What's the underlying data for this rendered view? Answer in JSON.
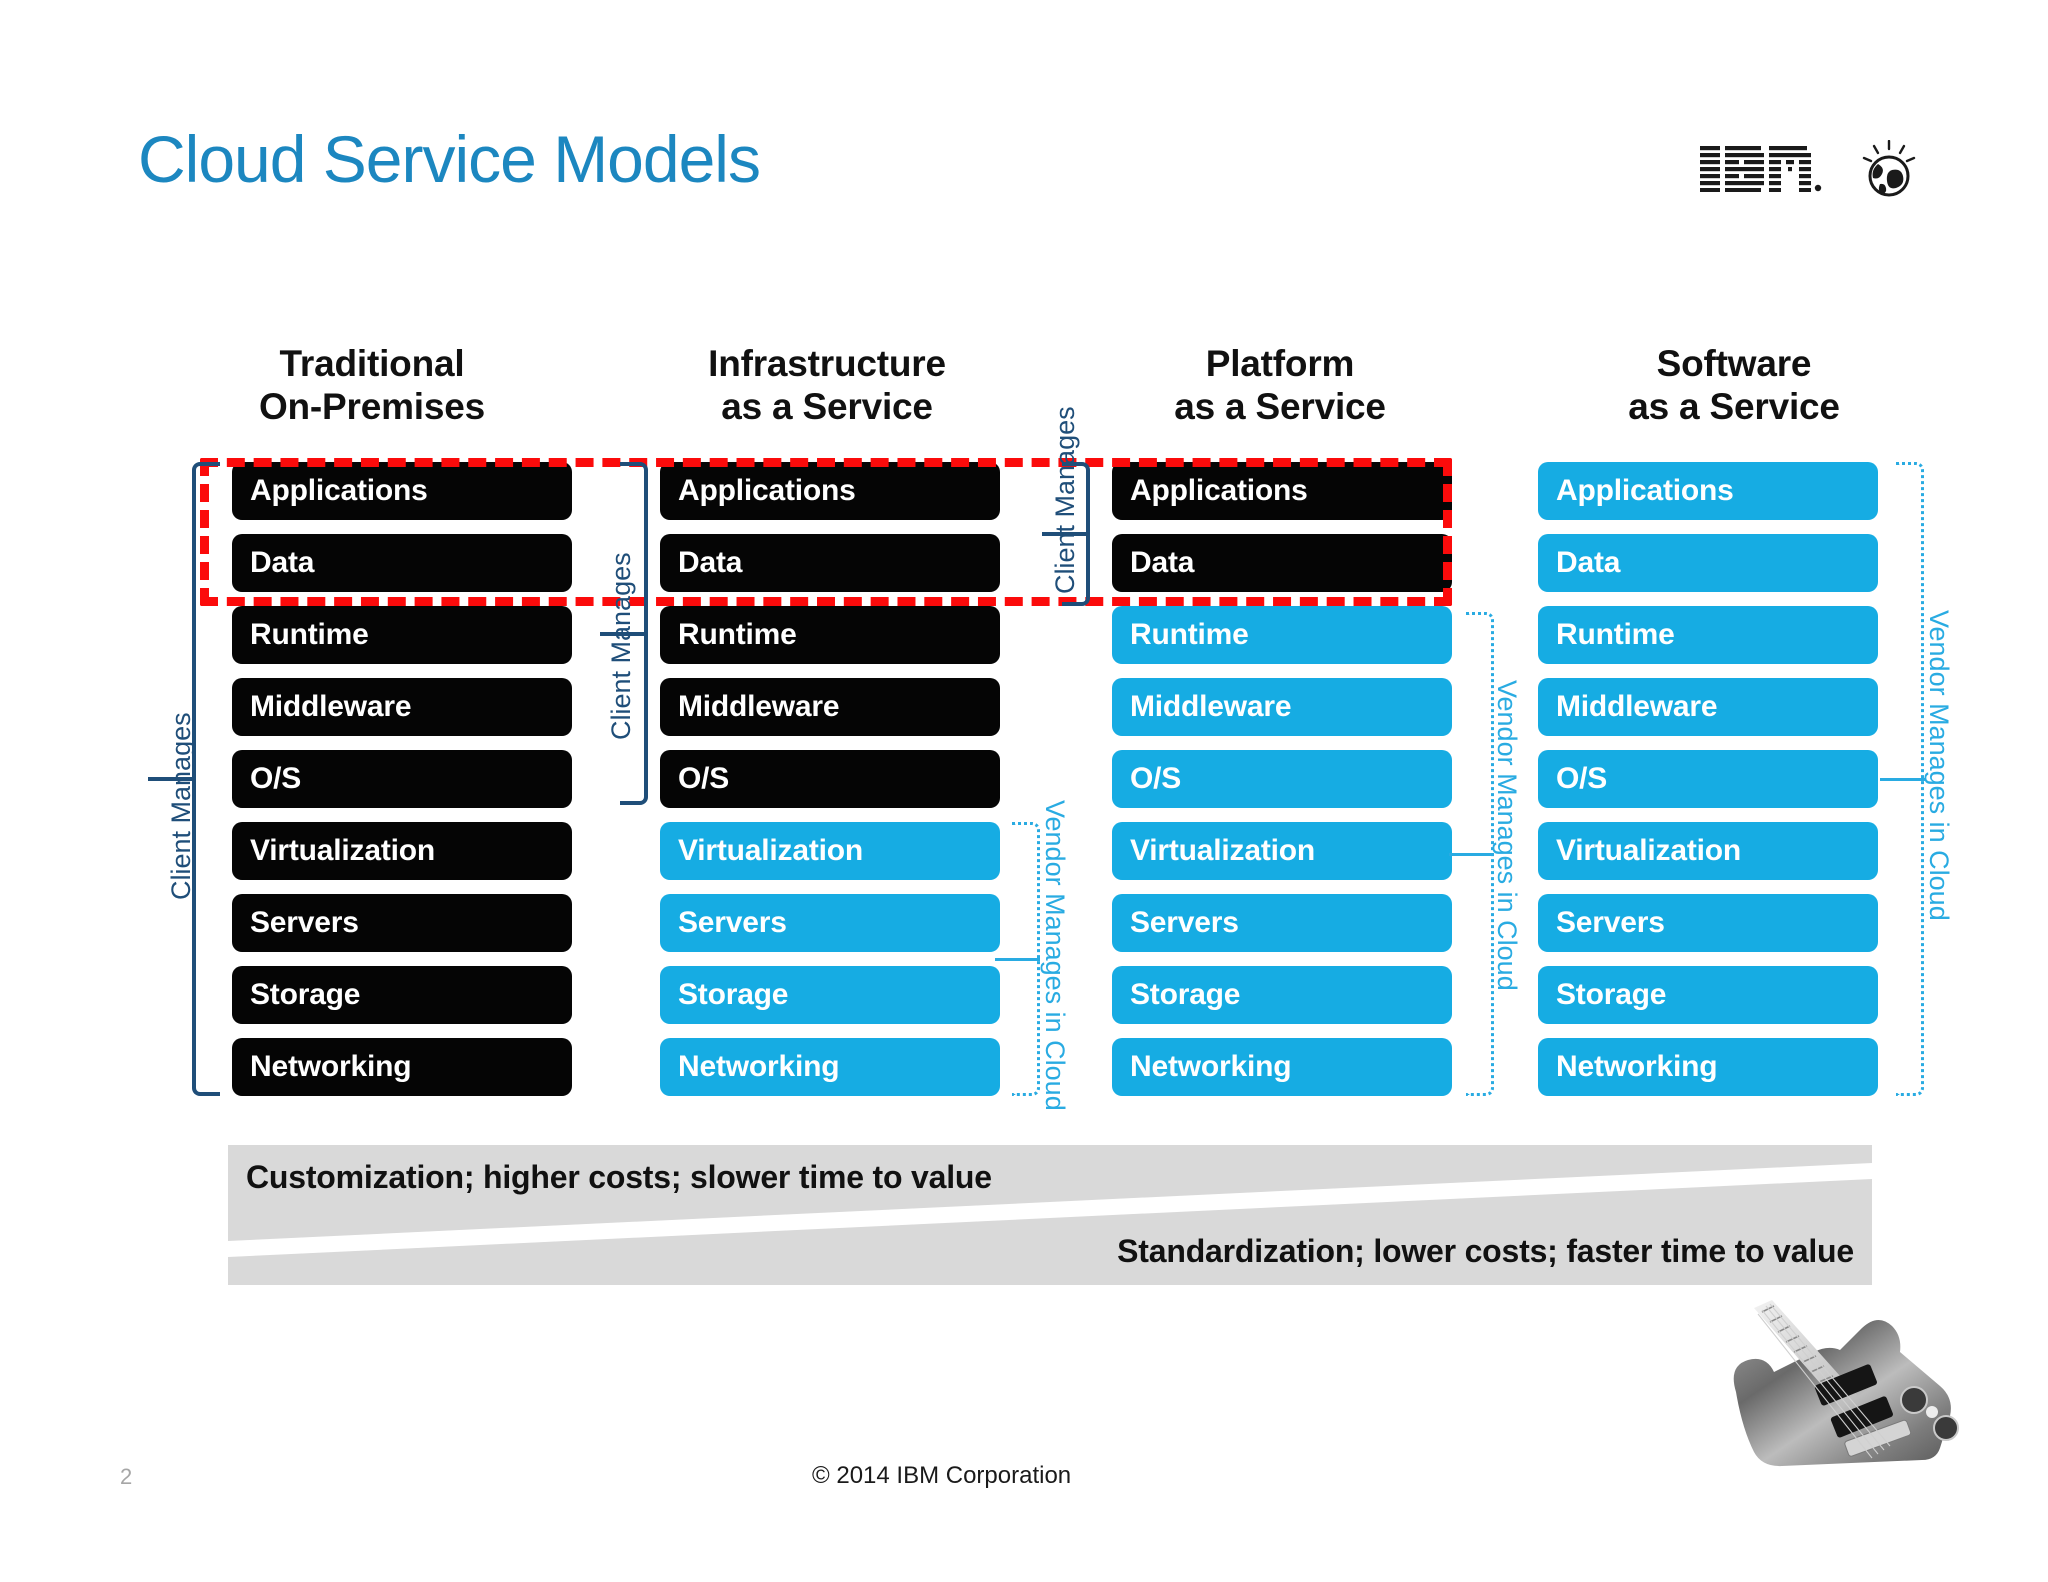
{
  "slide": {
    "title": "Cloud Service Models",
    "page_number": "2",
    "copyright": "© 2014 IBM Corporation",
    "brand_logo": "ibm-logo",
    "brand_text": "IBM"
  },
  "colors": {
    "title_blue": "#1C87C0",
    "layer_black": "#050505",
    "layer_blue": "#16ACE3",
    "dashed_red": "#FB0B0B",
    "bracket_navy": "#1F4E79",
    "bracket_cyan": "#29ABE2",
    "wedge_gray": "#D9D9D9"
  },
  "columns": [
    {
      "id": "traditional",
      "header_line1": "Traditional",
      "header_line2": "On-Premises",
      "layers": [
        {
          "label": "Applications",
          "managed_by": "client"
        },
        {
          "label": "Data",
          "managed_by": "client"
        },
        {
          "label": "Runtime",
          "managed_by": "client"
        },
        {
          "label": "Middleware",
          "managed_by": "client"
        },
        {
          "label": "O/S",
          "managed_by": "client"
        },
        {
          "label": "Virtualization",
          "managed_by": "client"
        },
        {
          "label": "Servers",
          "managed_by": "client"
        },
        {
          "label": "Storage",
          "managed_by": "client"
        },
        {
          "label": "Networking",
          "managed_by": "client"
        }
      ]
    },
    {
      "id": "iaas",
      "header_line1": "Infrastructure",
      "header_line2": "as a Service",
      "layers": [
        {
          "label": "Applications",
          "managed_by": "client"
        },
        {
          "label": "Data",
          "managed_by": "client"
        },
        {
          "label": "Runtime",
          "managed_by": "client"
        },
        {
          "label": "Middleware",
          "managed_by": "client"
        },
        {
          "label": "O/S",
          "managed_by": "client"
        },
        {
          "label": "Virtualization",
          "managed_by": "vendor"
        },
        {
          "label": "Servers",
          "managed_by": "vendor"
        },
        {
          "label": "Storage",
          "managed_by": "vendor"
        },
        {
          "label": "Networking",
          "managed_by": "vendor"
        }
      ]
    },
    {
      "id": "paas",
      "header_line1": "Platform",
      "header_line2": "as a Service",
      "layers": [
        {
          "label": "Applications",
          "managed_by": "client"
        },
        {
          "label": "Data",
          "managed_by": "client"
        },
        {
          "label": "Runtime",
          "managed_by": "vendor"
        },
        {
          "label": "Middleware",
          "managed_by": "vendor"
        },
        {
          "label": "O/S",
          "managed_by": "vendor"
        },
        {
          "label": "Virtualization",
          "managed_by": "vendor"
        },
        {
          "label": "Servers",
          "managed_by": "vendor"
        },
        {
          "label": "Storage",
          "managed_by": "vendor"
        },
        {
          "label": "Networking",
          "managed_by": "vendor"
        }
      ]
    },
    {
      "id": "saas",
      "header_line1": "Software",
      "header_line2": "as a Service",
      "layers": [
        {
          "label": "Applications",
          "managed_by": "vendor"
        },
        {
          "label": "Data",
          "managed_by": "vendor"
        },
        {
          "label": "Runtime",
          "managed_by": "vendor"
        },
        {
          "label": "Middleware",
          "managed_by": "vendor"
        },
        {
          "label": "O/S",
          "managed_by": "vendor"
        },
        {
          "label": "Virtualization",
          "managed_by": "vendor"
        },
        {
          "label": "Servers",
          "managed_by": "vendor"
        },
        {
          "label": "Storage",
          "managed_by": "vendor"
        },
        {
          "label": "Networking",
          "managed_by": "vendor"
        }
      ]
    }
  ],
  "brackets": {
    "client_manages": "Client Manages",
    "vendor_manages": "Vendor Manages in Cloud"
  },
  "wedges": {
    "top_text": "Customization; higher costs; slower time to value",
    "bottom_text": "Standardization; lower costs; faster time to value"
  },
  "decor": {
    "guitar": "electric-guitar-photo"
  }
}
